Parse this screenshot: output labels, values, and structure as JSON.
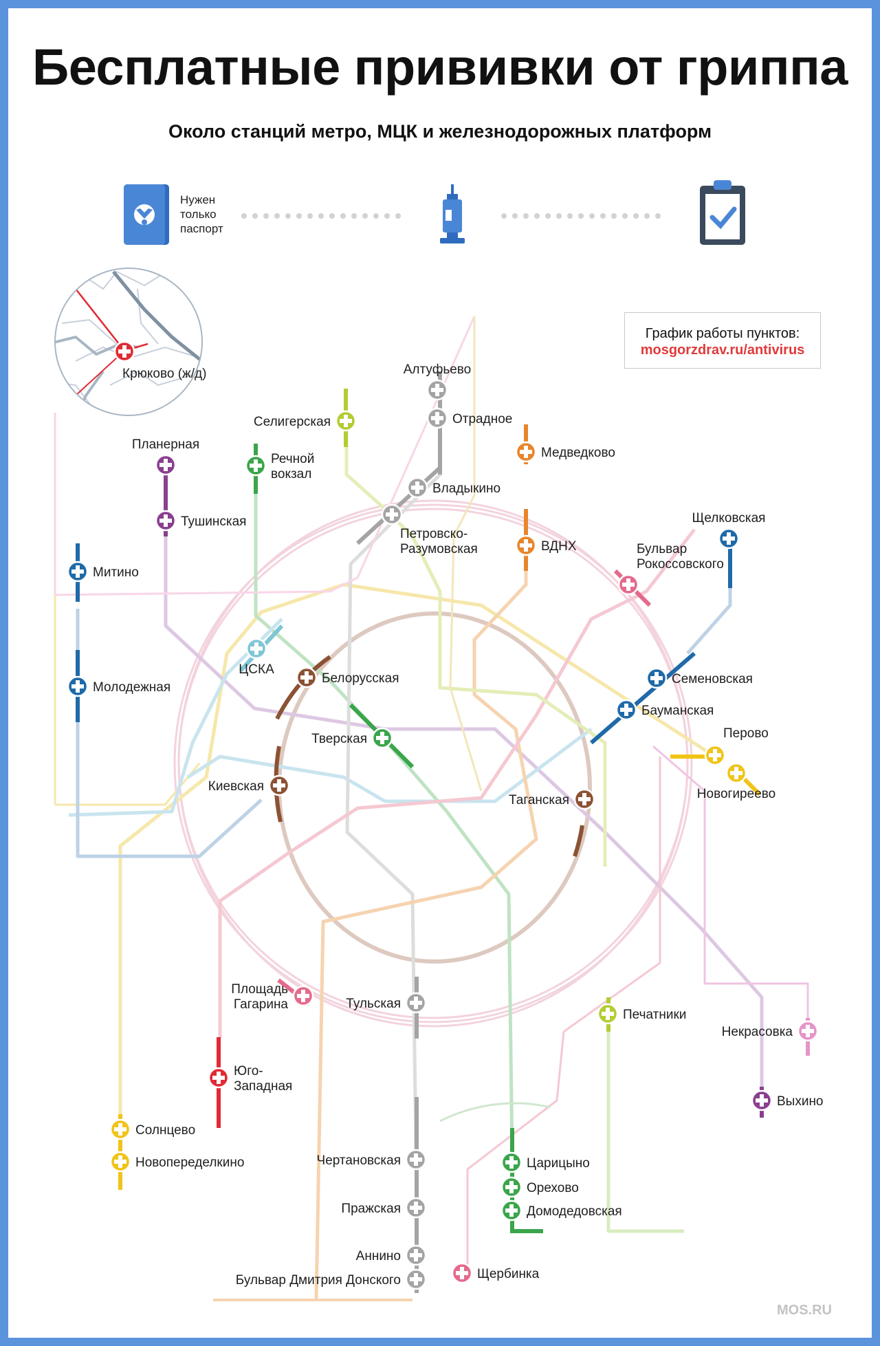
{
  "title": "Бесплатные прививки от гриппа",
  "subtitle": "Около станций метро, МЦК и железнодорожных платформ",
  "steps": [
    {
      "icon": "passport-icon",
      "text": "Нужен\nтолько\nпаспорт"
    },
    {
      "icon": "syringe-icon",
      "text": ""
    },
    {
      "icon": "clipboard-check-icon",
      "text": ""
    }
  ],
  "schedule": {
    "label": "График работы пунктов:",
    "link": "mosgorzdrav.ru/antivirus"
  },
  "inset": {
    "station": "Крюково (ж/д)"
  },
  "brand": "MOS.RU",
  "colors": {
    "frame": "#5b93dd",
    "red": "#e02b35",
    "green": "#3aa54a",
    "blue": "#1f6aa8",
    "light_blue": "#7ec6d6",
    "orange": "#e8852c",
    "purple": "#8a3f8f",
    "yellow": "#f0c419",
    "gray": "#a4a4a4",
    "brown": "#8b5234",
    "light_green": "#b3cc33",
    "pink": "#e46a8c",
    "light_pink": "#e595c9"
  },
  "stations": [
    {
      "name": "Крюково (ж/д)",
      "color": "red"
    },
    {
      "name": "Планерная",
      "color": "purple"
    },
    {
      "name": "Тушинская",
      "color": "purple"
    },
    {
      "name": "Выхино",
      "color": "purple"
    },
    {
      "name": "Селигерская",
      "color": "light_green"
    },
    {
      "name": "Речной\nвокзал",
      "color": "green"
    },
    {
      "name": "Тверская",
      "color": "green"
    },
    {
      "name": "Царицыно",
      "color": "green"
    },
    {
      "name": "Орехово",
      "color": "green"
    },
    {
      "name": "Домодедовская",
      "color": "green"
    },
    {
      "name": "Алтуфьево",
      "color": "gray"
    },
    {
      "name": "Отрадное",
      "color": "gray"
    },
    {
      "name": "Владыкино",
      "color": "gray"
    },
    {
      "name": "Петровско-\nРазумовская",
      "color": "gray"
    },
    {
      "name": "Тульская",
      "color": "gray"
    },
    {
      "name": "Чертановская",
      "color": "gray"
    },
    {
      "name": "Пражская",
      "color": "gray"
    },
    {
      "name": "Аннино",
      "color": "gray"
    },
    {
      "name": "Бульвар Дмитрия Донского",
      "color": "gray"
    },
    {
      "name": "Медведково",
      "color": "orange"
    },
    {
      "name": "ВДНХ",
      "color": "orange"
    },
    {
      "name": "Бульвар\nРокоссовского",
      "color": "pink"
    },
    {
      "name": "Площадь\nГагарина",
      "color": "pink"
    },
    {
      "name": "Щербинка",
      "color": "pink"
    },
    {
      "name": "Щелковская",
      "color": "blue"
    },
    {
      "name": "Семеновская",
      "color": "blue"
    },
    {
      "name": "Бауманская",
      "color": "blue"
    },
    {
      "name": "Митино",
      "color": "blue"
    },
    {
      "name": "Молодежная",
      "color": "blue"
    },
    {
      "name": "ЦСКА",
      "color": "light_blue"
    },
    {
      "name": "Белорусская",
      "color": "brown"
    },
    {
      "name": "Киевская",
      "color": "brown"
    },
    {
      "name": "Таганская",
      "color": "brown"
    },
    {
      "name": "Перово",
      "color": "yellow"
    },
    {
      "name": "Новогиреево",
      "color": "yellow"
    },
    {
      "name": "Солнцево",
      "color": "yellow"
    },
    {
      "name": "Новопеределкино",
      "color": "yellow"
    },
    {
      "name": "Печатники",
      "color": "light_green"
    },
    {
      "name": "Юго-\nЗападная",
      "color": "red"
    },
    {
      "name": "Некрасовка",
      "color": "light_pink"
    }
  ]
}
